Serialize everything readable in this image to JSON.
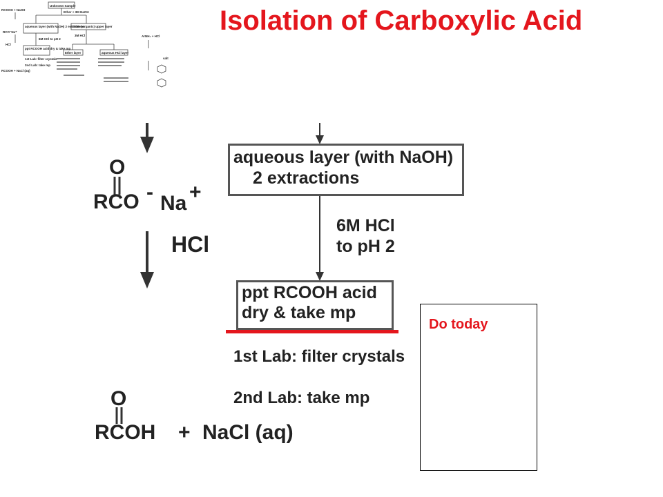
{
  "title": "Isolation of Carboxylic Acid",
  "colors": {
    "accent": "#e4161d",
    "ink": "#222222",
    "box_border": "#555555"
  },
  "thumbnail": {
    "top_box": "Unknown Sample",
    "reagent_left": "RCOOH + NaOH",
    "reagent_top": "Ether + 3M NaOH",
    "aqueous_box": "aqueous layer (with NaOH) 2 extractions",
    "ether_box": "Ether (organic) upper layer",
    "ether_reagent": "3M HCl",
    "salt_label": "RCO⁻Na⁺",
    "acid_reagent": "6M HCl to pH 2",
    "hcl_label": "HCl",
    "ppt_box": "ppt RCOOH acid dry & take mp",
    "lab1": "1st Lab: filter crystals",
    "lab2": "2nd Lab: take mp",
    "product": "RCOOH + NaCl (aq)",
    "ether_layer": "Ether layer",
    "aqueous_hcl": "aqueous HCl layer",
    "amine": "ArNH₂ + HCl",
    "salt": "salt"
  },
  "diagram": {
    "salt_carbonyl_o": "O",
    "salt_group": "RCO",
    "salt_minus": "-",
    "salt_cation": "Na",
    "salt_plus": "+",
    "hcl": "HCl",
    "aqueous_line1": "aqueous layer (with NaOH)",
    "aqueous_line2": "2 extractions",
    "acid_reagent_line1": "6M  HCl",
    "acid_reagent_line2": "to pH 2",
    "ppt_line1": "ppt RCOOH acid",
    "ppt_line2": "dry & take mp",
    "lab1": "1st Lab: filter crystals",
    "lab2": "2nd Lab: take mp",
    "product_carbonyl_o": "O",
    "product_acid": "RCOH",
    "product_plus": "+",
    "product_salt": "NaCl (aq)"
  },
  "side_note": "Do today"
}
